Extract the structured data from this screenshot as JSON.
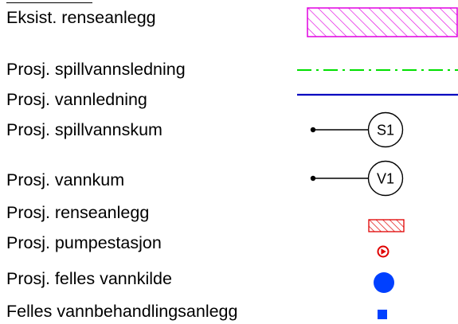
{
  "legend": {
    "rows": [
      {
        "label": "Eksist. renseanlegg",
        "symbol": "hatched-box",
        "color": "#e000e0"
      },
      {
        "label": "Prosj. spillvannsledning",
        "symbol": "dash-dot-line",
        "color": "#00e000"
      },
      {
        "label": "Prosj. vannledning",
        "symbol": "solid-line",
        "color": "#0000c0"
      },
      {
        "label": "Prosj. spillvannskum",
        "symbol": "manhole-circle",
        "color": "#000000",
        "symbol_text": "S1"
      },
      {
        "label": "Prosj. vannkum",
        "symbol": "manhole-circle",
        "color": "#000000",
        "symbol_text": "V1"
      },
      {
        "label": "Prosj. renseanlegg",
        "symbol": "small-hatched-box",
        "color": "#e00000"
      },
      {
        "label": "Prosj. pumpestasjon",
        "symbol": "pump-station-icon",
        "color": "#e00000"
      },
      {
        "label": "Prosj. felles vannkilde",
        "symbol": "filled-circle",
        "color": "#0040ff"
      },
      {
        "label": "Felles vannbehandlingsanlegg",
        "symbol": "filled-square",
        "color": "#0040ff"
      }
    ]
  }
}
